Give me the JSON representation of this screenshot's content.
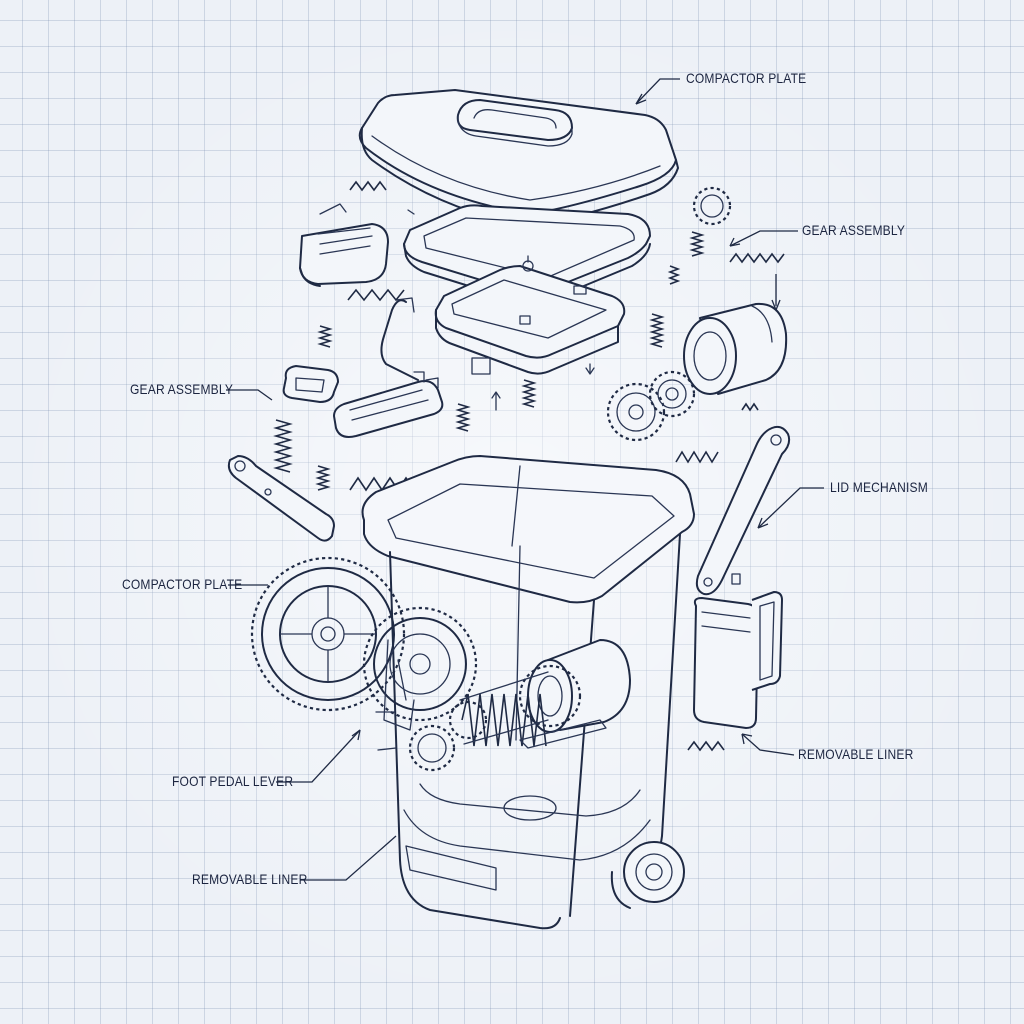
{
  "colors": {
    "paper": "#edf1f7",
    "grid": "#8c9bb5",
    "ink": "#1f2a44"
  },
  "labels": {
    "compactor_plate_top": "COMPACTOR PLATE",
    "gear_assembly_right": "GEAR ASSEMBLY",
    "gear_assembly_left": "GEAR ASSEMBLY",
    "lid_mechanism": "LID MECHANISM",
    "compactor_plate_left": "COMPACTOR PLATE",
    "removable_liner_right": "REMOVABLE LINER",
    "foot_pedal_lever": "FOOT PEDAL LEVER",
    "removable_liner_bottom": "REMOVABLE LINER"
  }
}
